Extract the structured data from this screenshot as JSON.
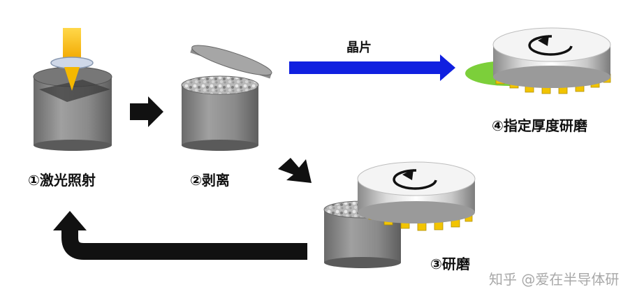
{
  "steps": {
    "step1": "①激光照射",
    "step2": "②剥离",
    "step3": "③研磨",
    "step4": "④指定厚度研磨"
  },
  "flow_label": "晶片",
  "watermark": "知乎 @爱在半导体研",
  "colors": {
    "wafer_arrow": "#1020e0",
    "process_arrow": "#111111",
    "laser": "#f5b800",
    "ingot_body": "#8c8c8c",
    "grinding_pad": "#f2c400",
    "wafer_green": "#7ccf3a"
  }
}
